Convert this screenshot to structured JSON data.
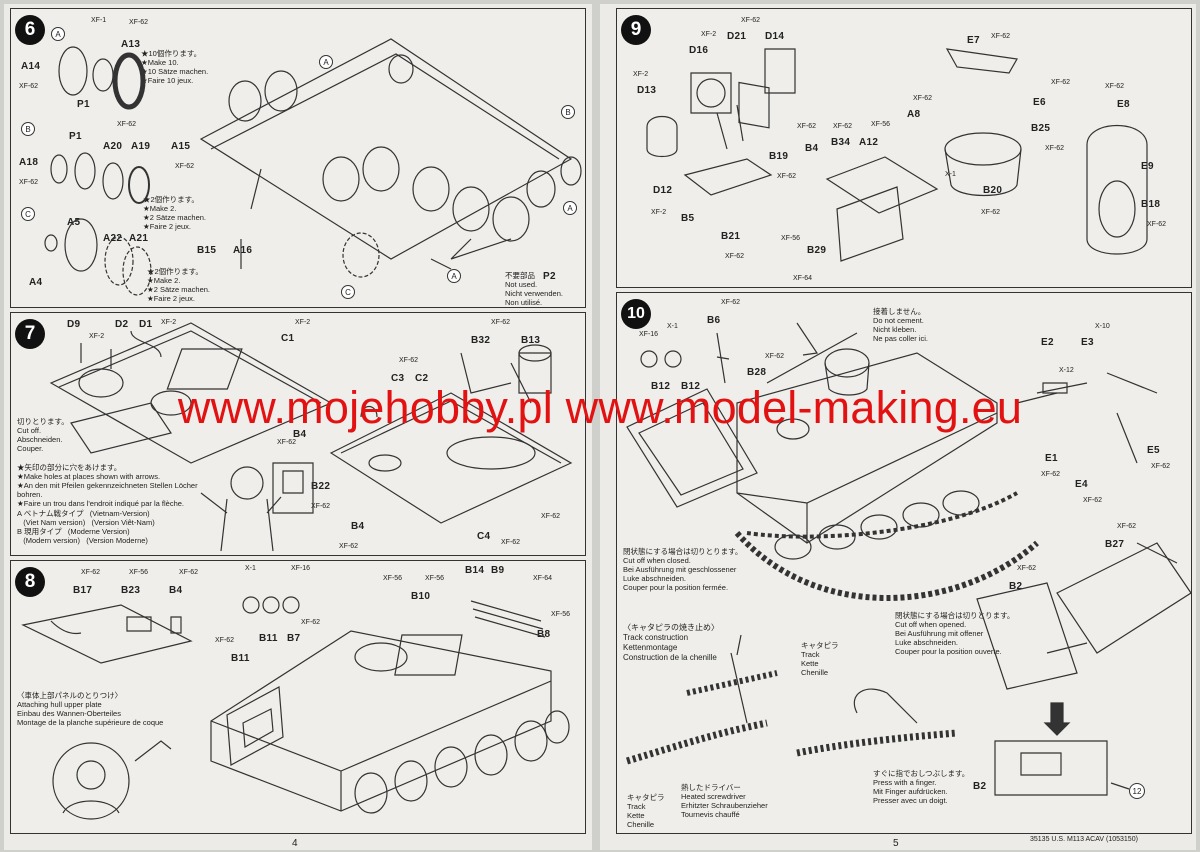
{
  "watermark": "www.mojehobby.pl www.model-making.eu",
  "footer": {
    "left_page": "4",
    "right_page": "5",
    "code": "35135 U.S. M113 ACAV (1053150)"
  },
  "steps": [
    {
      "number": "6",
      "labels": [
        "A13",
        "A14",
        "P1",
        "A18",
        "P1",
        "A20",
        "A19",
        "A5",
        "A22",
        "A21",
        "A4",
        "A15",
        "B15",
        "A16",
        "P2"
      ],
      "xf_labels": [
        "XF-1",
        "XF-62",
        "XF-62",
        "XF-62",
        "XF-62",
        "XF-62"
      ],
      "section_marks": [
        "A",
        "B",
        "C",
        "A",
        "B",
        "C",
        "A",
        "A"
      ],
      "notes": [
        [
          "★10個作ります。",
          "★Make 10.",
          "★10 Sätze machen.",
          "★Faire 10 jeux."
        ],
        [
          "★2個作ります。",
          "★Make 2.",
          "★2 Sätze machen.",
          "★Faire 2 jeux."
        ],
        [
          "★2個作ります。",
          "★Make 2.",
          "★2 Sätze machen.",
          "★Faire 2 jeux."
        ],
        [
          "不要部品",
          "Not used.",
          "Nicht verwenden.",
          "Non utilisé."
        ]
      ]
    },
    {
      "number": "7",
      "labels": [
        "D9",
        "D2",
        "D1",
        "C1",
        "B32",
        "B13",
        "C3",
        "C2",
        "B4",
        "B22",
        "B4",
        "C4"
      ],
      "xf_labels": [
        "XF-2",
        "XF-2",
        "XF-2",
        "XF-62",
        "XF-62",
        "XF-62",
        "XF-62",
        "XF-62",
        "XF-62",
        "XF-62"
      ],
      "notes": [
        [
          "切りとります。",
          "Cut off.",
          "Abschneiden.",
          "Couper."
        ],
        [
          "★矢印の部分に穴をあけます。",
          "★Make holes at places shown with arrows.",
          "★An den mit Pfeilen gekennzeichneten Stellen Löcher",
          "bohren.",
          "★Faire un trou dans l'endroit indiqué par la flèche."
        ]
      ],
      "legend": [
        {
          "mark": "A",
          "jp": "ベトナム戦タイプ",
          "en": "(Viet Nam version)",
          "de": "(Vietnam-Version)",
          "fr": "(Version Viêt-Nam)"
        },
        {
          "mark": "B",
          "jp": "現用タイプ",
          "en": "(Modern version)",
          "de": "(Moderne Version)",
          "fr": "(Version Moderne)"
        }
      ]
    },
    {
      "number": "8",
      "labels": [
        "B17",
        "B23",
        "B4",
        "B11",
        "B11",
        "B7",
        "B10",
        "B14",
        "B9",
        "B8"
      ],
      "xf_labels": [
        "XF-62",
        "XF-56",
        "XF-62",
        "X-1",
        "XF-16",
        "XF-62",
        "XF-62",
        "XF-56",
        "XF-56",
        "XF-64",
        "XF-56"
      ],
      "notes": [
        [
          "〈車体上部パネルのとりつけ〉",
          "Attaching hull upper plate",
          "Einbau des Wannen-Oberteiles",
          "Montage de la planche supérieure de coque"
        ]
      ]
    },
    {
      "number": "9",
      "labels": [
        "D16",
        "D21",
        "D14",
        "D13",
        "E7",
        "E6",
        "E8",
        "A8",
        "B25",
        "B4",
        "B34",
        "A12",
        "B19",
        "E9",
        "B20",
        "D12",
        "B5",
        "B21",
        "B29",
        "B18"
      ],
      "xf_labels": [
        "XF-2",
        "XF-62",
        "XF-2",
        "XF-62",
        "XF-62",
        "XF-62",
        "XF-62",
        "XF-62",
        "XF-56",
        "XF-62",
        "XF-62",
        "X-1",
        "XF-62",
        "XF-2",
        "XF-62",
        "XF-56",
        "XF-64",
        "XF-62",
        "XF-62"
      ]
    },
    {
      "number": "10",
      "labels": [
        "B6",
        "B12",
        "B12",
        "B28",
        "E2",
        "E3",
        "E1",
        "E5",
        "E4",
        "B27",
        "B2",
        "B2"
      ],
      "xf_labels": [
        "XF-16",
        "X-1",
        "XF-62",
        "XF-62",
        "X-10",
        "X-12",
        "XF-62",
        "XF-62",
        "XF-62",
        "XF-62",
        "XF-62"
      ],
      "notes": [
        [
          "接着しません。",
          "Do not cement.",
          "Nicht kleben.",
          "Ne pas coller ici."
        ],
        [
          "閉状態にする場合は切りとります。",
          "Cut off when closed.",
          "Bei Ausführung mit geschlossener",
          "Luke abschneiden.",
          "Couper pour la position fermée."
        ],
        [
          "閉状態にする場合は切りとります。",
          "Cut off when opened.",
          "Bei Ausführung mit offener",
          "Luke abschneiden.",
          "Couper pour la position ouverte."
        ],
        [
          "〈キャタピラの焼き止め〉",
          "Track construction",
          "Kettenmontage",
          "Construction de la chenille"
        ],
        [
          "キャタピラ",
          "Track",
          "Kette",
          "Chenille"
        ],
        [
          "キャタピラ",
          "Track",
          "Kette",
          "Chenille"
        ],
        [
          "熱したドライバー",
          "Heated screwdriver",
          "Erhitzter Schraubenzieher",
          "Tournevis chauffé"
        ],
        [
          "すぐに指でおしつぶします。",
          "Press with a finger.",
          "Mit Finger aufdrücken.",
          "Presser avec un doigt."
        ]
      ],
      "ref_mark": "12"
    }
  ]
}
